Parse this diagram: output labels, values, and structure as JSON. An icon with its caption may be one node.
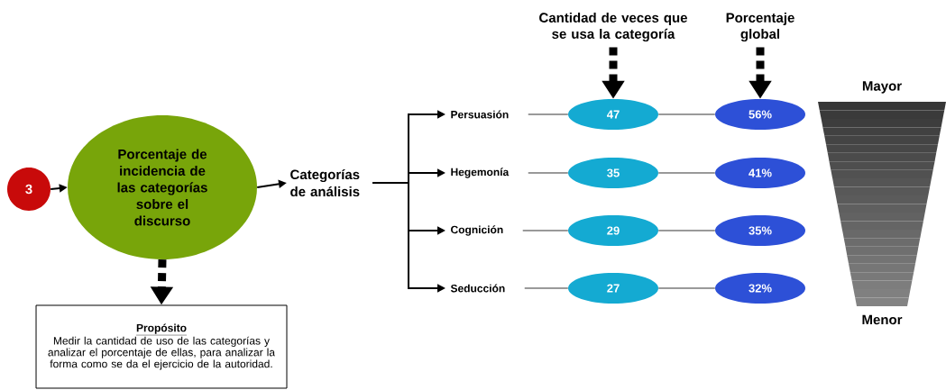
{
  "diagram": {
    "nodes": [
      {
        "text": [
          "3"
        ]
      },
      {
        "text": [
          "Porcentaje de incidencia de las categorías sobre el discurso"
        ]
      },
      {
        "text": [
          "Propósito",
          "Medir la cantidad de uso de las categorías y analizar el porcentaje de ellas, para analizar la forma como se da el ejercicio de la autoridad."
        ]
      },
      {
        "text": [
          "Categorías de análisis"
        ]
      },
      {
        "text": [
          "Persuasión"
        ]
      },
      {
        "text": [
          "Hegemonía"
        ]
      },
      {
        "text": [
          "Cognición"
        ]
      },
      {
        "text": [
          "Seducción"
        ]
      },
      {
        "text": [
          "47"
        ]
      },
      {
        "text": [
          "35"
        ]
      },
      {
        "text": [
          "29"
        ]
      },
      {
        "text": [
          "27"
        ]
      },
      {
        "text": [
          "56%"
        ]
      },
      {
        "text": [
          "41%"
        ]
      },
      {
        "text": [
          "35%"
        ]
      },
      {
        "text": [
          "32%"
        ]
      },
      {
        "text": [
          "Cantidad de veces que se usa la categoría"
        ]
      },
      {
        "text": [
          "Porcentaje global"
        ]
      }
    ],
    "edges": [
      {
        "from": 0,
        "to": 1,
        "arrow": "to"
      },
      {
        "from": 1,
        "to": 3,
        "arrow": "to"
      },
      {
        "from": 1,
        "to": 2,
        "arrow": "to",
        "style": "dashed"
      },
      {
        "from": 3,
        "to": 4,
        "arrow": "to"
      },
      {
        "from": 3,
        "to": 5,
        "arrow": "to"
      },
      {
        "from": 3,
        "to": 6,
        "arrow": "to"
      },
      {
        "from": 3,
        "to": 7,
        "arrow": "to"
      },
      {
        "from": 4,
        "to": 8,
        "arrow": "none"
      },
      {
        "from": 5,
        "to": 9,
        "arrow": "none"
      },
      {
        "from": 6,
        "to": 10,
        "arrow": "none"
      },
      {
        "from": 7,
        "to": 11,
        "arrow": "none"
      },
      {
        "from": 8,
        "to": 12,
        "arrow": "none"
      },
      {
        "from": 9,
        "to": 13,
        "arrow": "none"
      },
      {
        "from": 10,
        "to": 14,
        "arrow": "none"
      },
      {
        "from": 11,
        "to": 15,
        "arrow": "none"
      },
      {
        "from": 16,
        "to": 8,
        "arrow": "to",
        "style": "dashed"
      },
      {
        "from": 17,
        "to": 12,
        "arrow": "to",
        "style": "dashed"
      }
    ],
    "labels": [
      "Mayor",
      "Menor"
    ]
  }
}
